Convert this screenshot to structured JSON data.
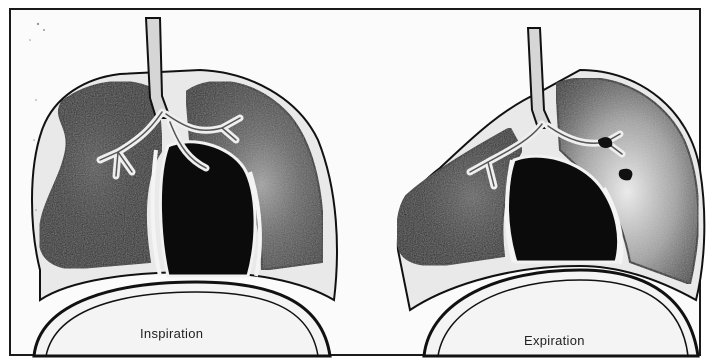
{
  "figure": {
    "panels": [
      {
        "id": "inspiration",
        "label": "Inspiration"
      },
      {
        "id": "expiration",
        "label": "Expiration"
      }
    ]
  },
  "colors": {
    "ink": "#111111",
    "lung_dark": "#161616",
    "paper": "#fbfbfb",
    "highlight": "#d9d9d9"
  },
  "icons": {
    "left_panel": "lungs-inspiration-illustration",
    "right_panel": "lungs-expiration-illustration"
  }
}
